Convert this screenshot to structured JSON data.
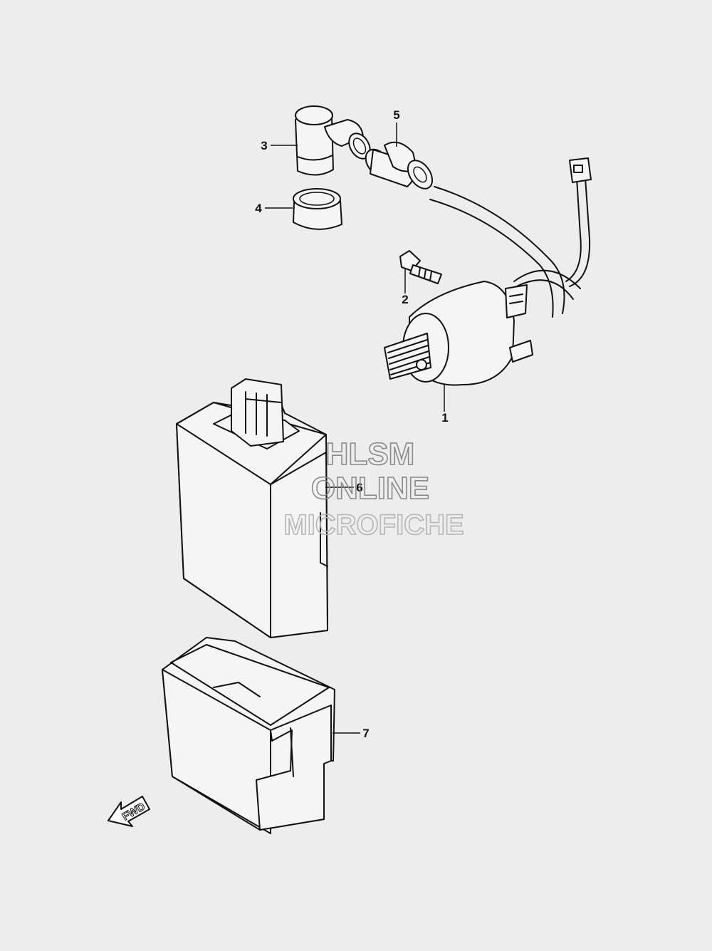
{
  "callouts": [
    {
      "id": "1",
      "label": "1"
    },
    {
      "id": "2",
      "label": "2"
    },
    {
      "id": "3",
      "label": "3"
    },
    {
      "id": "4",
      "label": "4"
    },
    {
      "id": "5",
      "label": "5"
    },
    {
      "id": "6",
      "label": "6"
    },
    {
      "id": "7",
      "label": "7"
    }
  ],
  "watermark": {
    "line1": "HLSM",
    "line2": "ONLINE",
    "line3": "MICROFICHE"
  },
  "direction_marker": {
    "label": "FWD"
  }
}
